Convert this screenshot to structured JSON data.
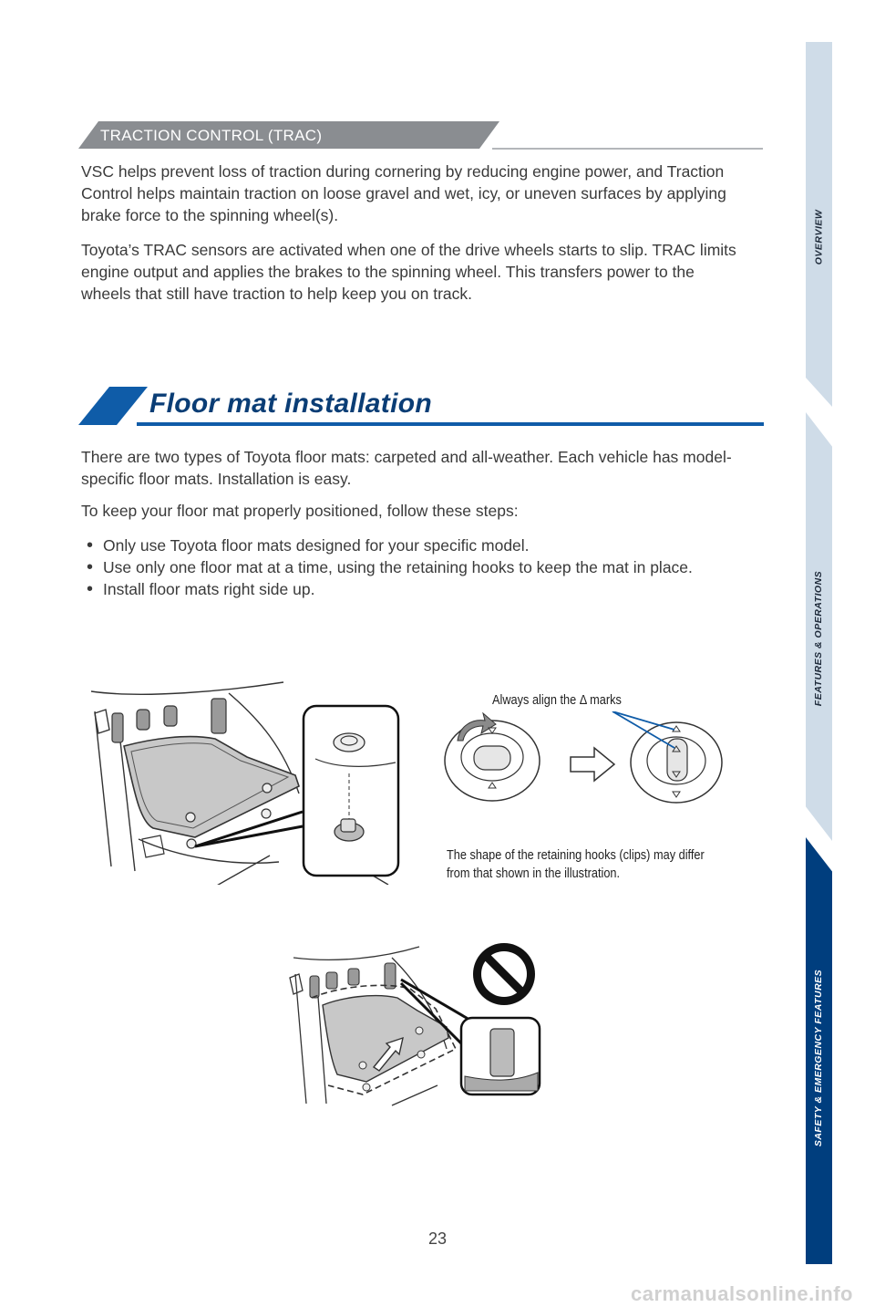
{
  "section": {
    "tab_label": "TRACTION CONTROL (TRAC)"
  },
  "trac": {
    "para1": "VSC helps prevent loss of traction during cornering by reducing engine power, and Traction Control helps maintain traction on loose gravel and wet, icy, or uneven surfaces by applying brake force to the spinning wheel(s).",
    "para2": "Toyota’s TRAC sensors are activated when one of the drive wheels starts to slip. TRAC limits engine output and applies the brakes to the spinning wheel. This transfers power to the wheels that still have traction to help keep you on track."
  },
  "floor_mat": {
    "heading": "Floor mat installation",
    "intro": "There are two types of Toyota floor mats: carpeted and all-weather. Each vehicle has model-specific floor mats. Installation is easy.",
    "steps_lead": "To keep your floor mat properly positioned, follow these steps:",
    "bullets": [
      "Only use Toyota floor mats designed for your specific model.",
      "Use only one floor mat at a time, using the retaining hooks to keep the mat in place.",
      "Install floor mats right side up."
    ]
  },
  "figure": {
    "align_caption": "Always align the Δ marks",
    "shape_caption": "The shape of the retaining hooks (clips) may differ from that shown in the illustration."
  },
  "side_tabs": [
    {
      "label": "OVERVIEW",
      "color": "#cfdce8",
      "text_color": "#1e2a3a"
    },
    {
      "label": "FEATURES & OPERATIONS",
      "color": "#cfdce8",
      "text_color": "#1e2a3a"
    },
    {
      "label": "SAFETY & EMERGENCY FEATURES",
      "color": "#003e7e",
      "text_color": "#ffffff"
    }
  ],
  "page_number": "23",
  "watermark": "carmanualsonline.info",
  "colors": {
    "accent_blue": "#0f5ca8",
    "heading_blue": "#0a3d75",
    "tab_gray": "#8a8d91"
  }
}
